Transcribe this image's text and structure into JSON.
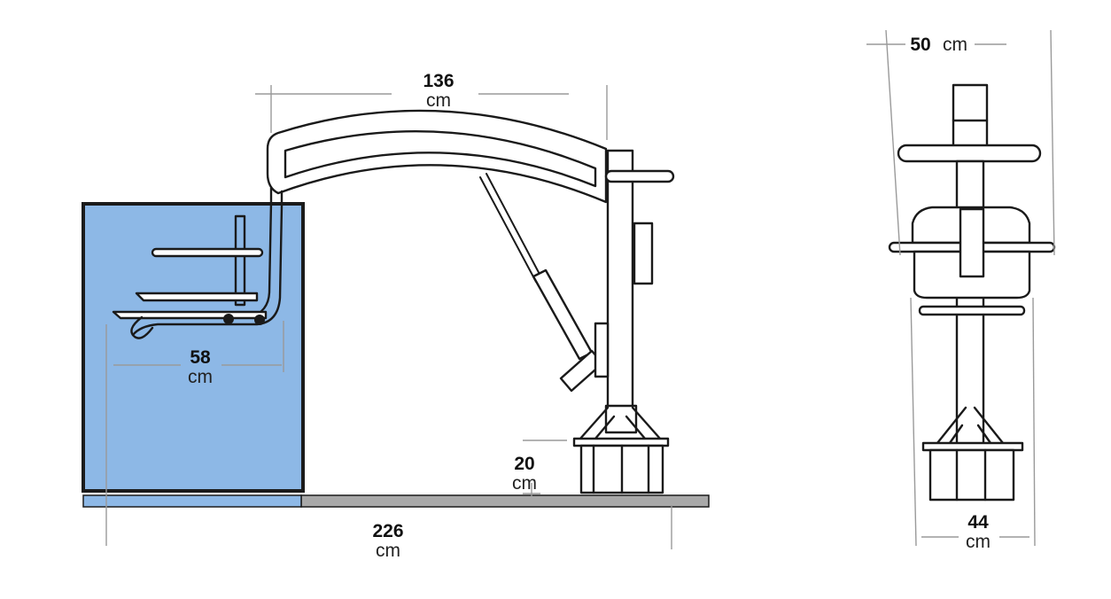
{
  "colors": {
    "pool": "#8db8e6",
    "pool_edge": "#1b1b1b",
    "floor": "#a8a8a8",
    "line": "#1a1a1a",
    "dimension": "#9a9a9a"
  },
  "dimensions": {
    "arm_span": {
      "value": "136",
      "unit": "cm"
    },
    "seat_depth": {
      "value": "58",
      "unit": "cm"
    },
    "base_height": {
      "value": "20",
      "unit": "cm"
    },
    "total_length": {
      "value": "226",
      "unit": "cm"
    },
    "top_width": {
      "value": "50",
      "unit": "cm"
    },
    "base_width": {
      "value": "44",
      "unit": "cm"
    }
  }
}
